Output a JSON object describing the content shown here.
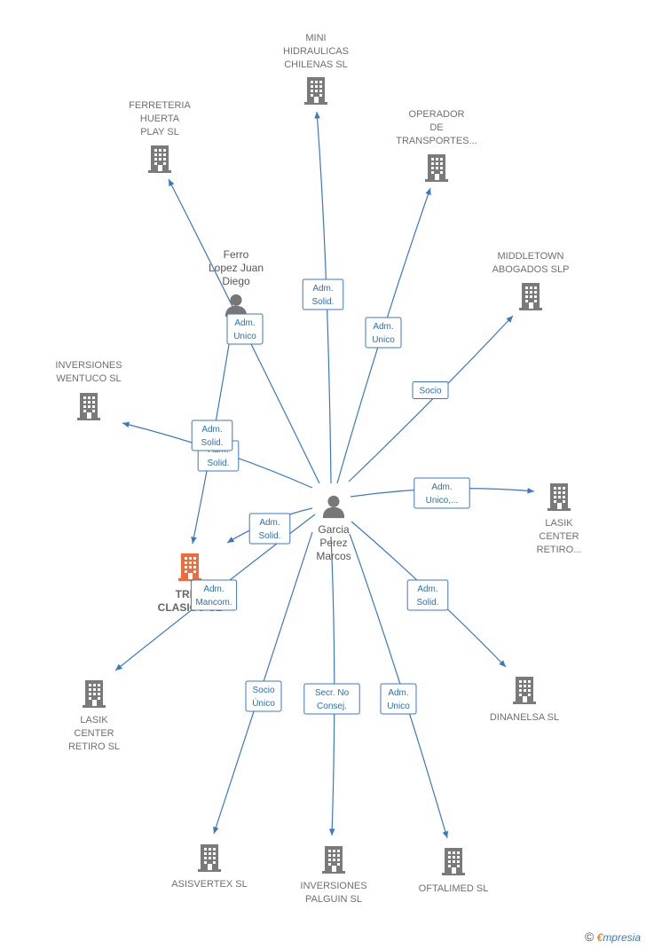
{
  "colors": {
    "edge": "#3b78c2",
    "company": "#7a7a7a",
    "focus_company": "#f26a3a",
    "person": "#777777"
  },
  "nodes": [
    {
      "id": "garcia",
      "type": "person",
      "lines": [
        "Garcia",
        "Perez",
        "Marcos"
      ]
    },
    {
      "id": "ferro",
      "type": "person",
      "lines": [
        "Ferro",
        "Lopez Juan",
        "Diego"
      ]
    },
    {
      "id": "mini",
      "type": "company",
      "lines": [
        "MINI",
        "HIDRAULICAS",
        "CHILENAS  SL"
      ]
    },
    {
      "id": "ferreteria",
      "type": "company",
      "lines": [
        "FERRETERIA",
        "HUERTA",
        "PLAY  SL"
      ]
    },
    {
      "id": "operador",
      "type": "company",
      "lines": [
        "OPERADOR",
        "DE",
        "TRANSPORTES..."
      ]
    },
    {
      "id": "middletown",
      "type": "company",
      "lines": [
        "MIDDLETOWN",
        "ABOGADOS SLP"
      ]
    },
    {
      "id": "inversiones_wentuco",
      "type": "company",
      "lines": [
        "INVERSIONES",
        "WENTUCO  SL"
      ]
    },
    {
      "id": "lasik_retiro_right",
      "type": "company",
      "lines": [
        "LASIK",
        "CENTER",
        "RETIRO..."
      ]
    },
    {
      "id": "treb",
      "type": "focus_company",
      "lines": [
        "TREB",
        "CLASICO SL"
      ]
    },
    {
      "id": "lasik_retiro_sl",
      "type": "company",
      "lines": [
        "LASIK",
        "CENTER",
        "RETIRO SL"
      ]
    },
    {
      "id": "dinanelsa",
      "type": "company",
      "lines": [
        "DINANELSA  SL"
      ]
    },
    {
      "id": "asisvertex",
      "type": "company",
      "lines": [
        "ASISVERTEX SL"
      ]
    },
    {
      "id": "inversiones_palguin",
      "type": "company",
      "lines": [
        "INVERSIONES",
        "PALGUIN  SL"
      ]
    },
    {
      "id": "oftalimed",
      "type": "company",
      "lines": [
        "OFTALIMED SL"
      ]
    }
  ],
  "edges": [
    {
      "from": "garcia",
      "to": "mini",
      "label": [
        "Adm.",
        "Solid."
      ]
    },
    {
      "from": "garcia",
      "to": "operador",
      "label": [
        "Adm.",
        "Unico"
      ]
    },
    {
      "from": "garcia",
      "to": "middletown",
      "label": [
        "Socio"
      ]
    },
    {
      "from": "garcia",
      "to": "ferreteria",
      "label": [
        "Adm.",
        "Unico"
      ]
    },
    {
      "from": "garcia",
      "to": "inversiones_wentuco",
      "label": [
        "Adm.",
        "Solid."
      ]
    },
    {
      "from": "garcia",
      "to": "lasik_retiro_right",
      "label": [
        "Adm.",
        "Unico,..."
      ]
    },
    {
      "from": "garcia",
      "to": "treb",
      "label": [
        "Adm.",
        "Solid."
      ]
    },
    {
      "from": "garcia",
      "to": "lasik_retiro_sl",
      "label": [
        "Adm.",
        "Mancom."
      ]
    },
    {
      "from": "garcia",
      "to": "dinanelsa",
      "label": [
        "Adm.",
        "Solid."
      ]
    },
    {
      "from": "garcia",
      "to": "asisvertex",
      "label": [
        "Socio",
        "Único"
      ]
    },
    {
      "from": "garcia",
      "to": "inversiones_palguin",
      "label": [
        "Secr.  No",
        "Consej."
      ]
    },
    {
      "from": "garcia",
      "to": "oftalimed",
      "label": [
        "Adm.",
        "Unico"
      ]
    },
    {
      "from": "ferro",
      "to": "treb",
      "label": [
        "Adm.",
        "Solid."
      ]
    }
  ],
  "footer": {
    "copyright": "©",
    "brand_first": "€",
    "brand_rest": "mpresia"
  }
}
